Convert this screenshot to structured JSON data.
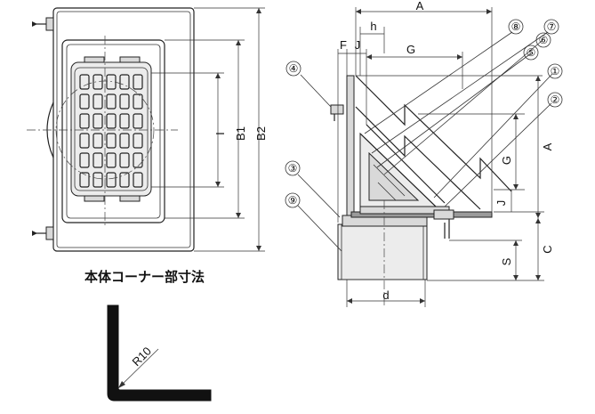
{
  "dimensions": {
    "A": "A",
    "B1": "B1",
    "B2": "B2",
    "C": "C",
    "d": "d",
    "F": "F",
    "G": "G",
    "h": "h",
    "I": "I",
    "J": "J",
    "S": "S"
  },
  "part_numbers": [
    "①",
    "②",
    "③",
    "④",
    "⑤",
    "⑥",
    "⑦",
    "⑧",
    "⑨"
  ],
  "corner_caption": "本体コーナー部寸法",
  "radius_label": "R10"
}
